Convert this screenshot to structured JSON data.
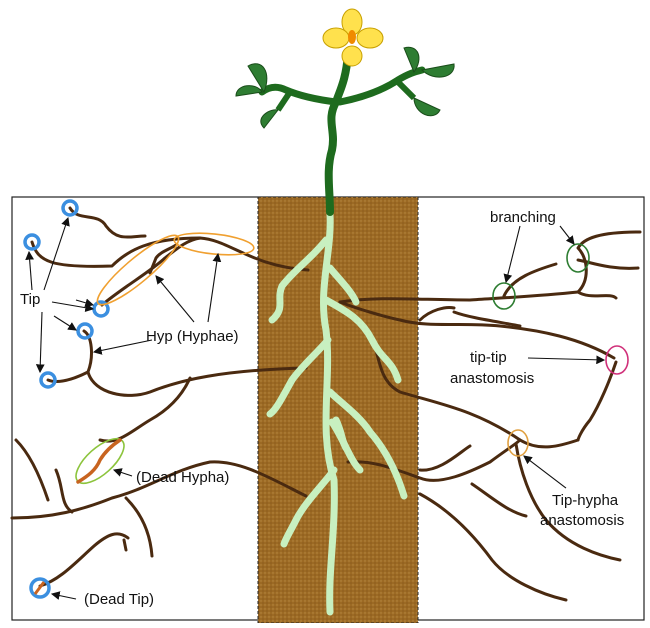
{
  "labels": {
    "tip": "Tip",
    "hyphae": "Hyp (Hyphae)",
    "dead_hypha": "(Dead Hypha)",
    "dead_tip": "(Dead Tip)",
    "branching": "branching",
    "tip_tip_line1": "tip-tip",
    "tip_tip_line2": "anastomosis",
    "tip_hypha_line1": "Tip-hypha",
    "tip_hypha_line2": "anastomosis"
  },
  "colors": {
    "hypha": "#4a2a10",
    "root": "#c8f0c0",
    "soil_column": "#9c6a24",
    "stem": "#1e6b1e",
    "leaf": "#2e7d32",
    "flower": "#ffe14d",
    "flower_center": "#f08a00",
    "tip_marker": "#3b8fe0",
    "hyphae_marker": "#f0a030",
    "dead_hypha_marker": "#8cc43c",
    "dead_hypha_fill": "#c86420",
    "branching_marker": "#2e7d32",
    "tip_tip_marker": "#d0307a",
    "tip_hypha_marker": "#e0a040"
  }
}
